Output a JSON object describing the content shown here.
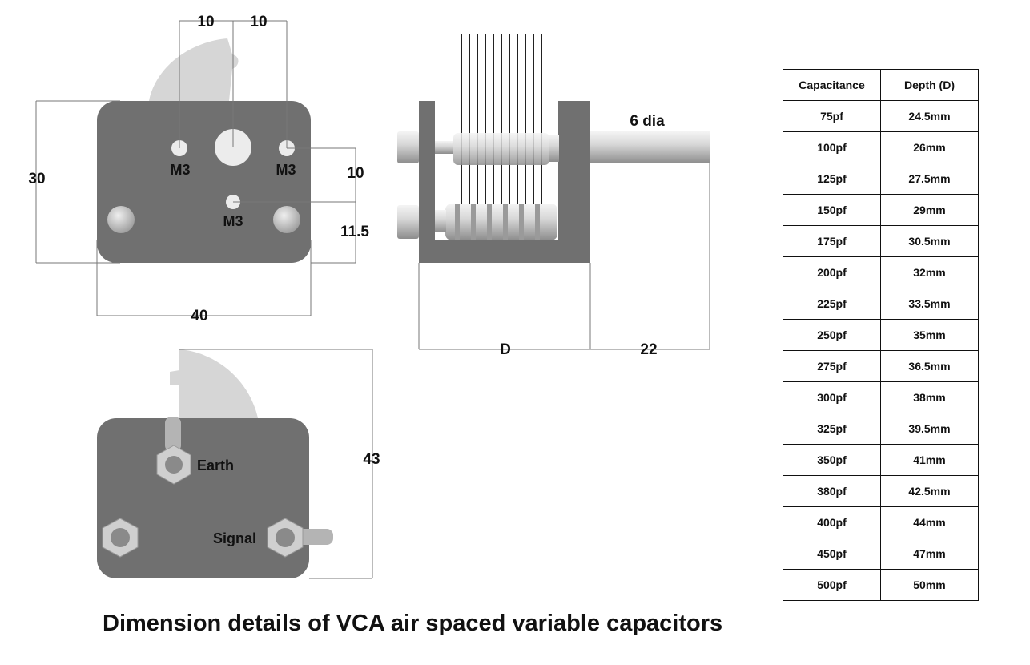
{
  "front_view": {
    "dim_top_left": "10",
    "dim_top_right": "10",
    "dim_height": "30",
    "dim_width": "40",
    "dim_right_upper": "10",
    "dim_right_lower": "11.5",
    "hole_left": "M3",
    "hole_right": "M3",
    "hole_bottom": "M3"
  },
  "side_view": {
    "shaft_label": "6 dia",
    "depth_label": "D",
    "shaft_length": "22"
  },
  "back_view": {
    "earth_label": "Earth",
    "signal_label": "Signal",
    "dim_height": "43"
  },
  "table": {
    "headers": [
      "Capacitance",
      "Depth (D)"
    ],
    "rows": [
      [
        "75pf",
        "24.5mm"
      ],
      [
        "100pf",
        "26mm"
      ],
      [
        "125pf",
        "27.5mm"
      ],
      [
        "150pf",
        "29mm"
      ],
      [
        "175pf",
        "30.5mm"
      ],
      [
        "200pf",
        "32mm"
      ],
      [
        "225pf",
        "33.5mm"
      ],
      [
        "250pf",
        "35mm"
      ],
      [
        "275pf",
        "36.5mm"
      ],
      [
        "300pf",
        "38mm"
      ],
      [
        "325pf",
        "39.5mm"
      ],
      [
        "350pf",
        "41mm"
      ],
      [
        "380pf",
        "42.5mm"
      ],
      [
        "400pf",
        "44mm"
      ],
      [
        "450pf",
        "47mm"
      ],
      [
        "500pf",
        "50mm"
      ]
    ]
  },
  "caption": "Dimension details of VCA air spaced variable capacitors",
  "colors": {
    "body": "#707070",
    "rotor": "#d6d6d6",
    "nut": "#cfcfcf",
    "line": "#777777"
  }
}
